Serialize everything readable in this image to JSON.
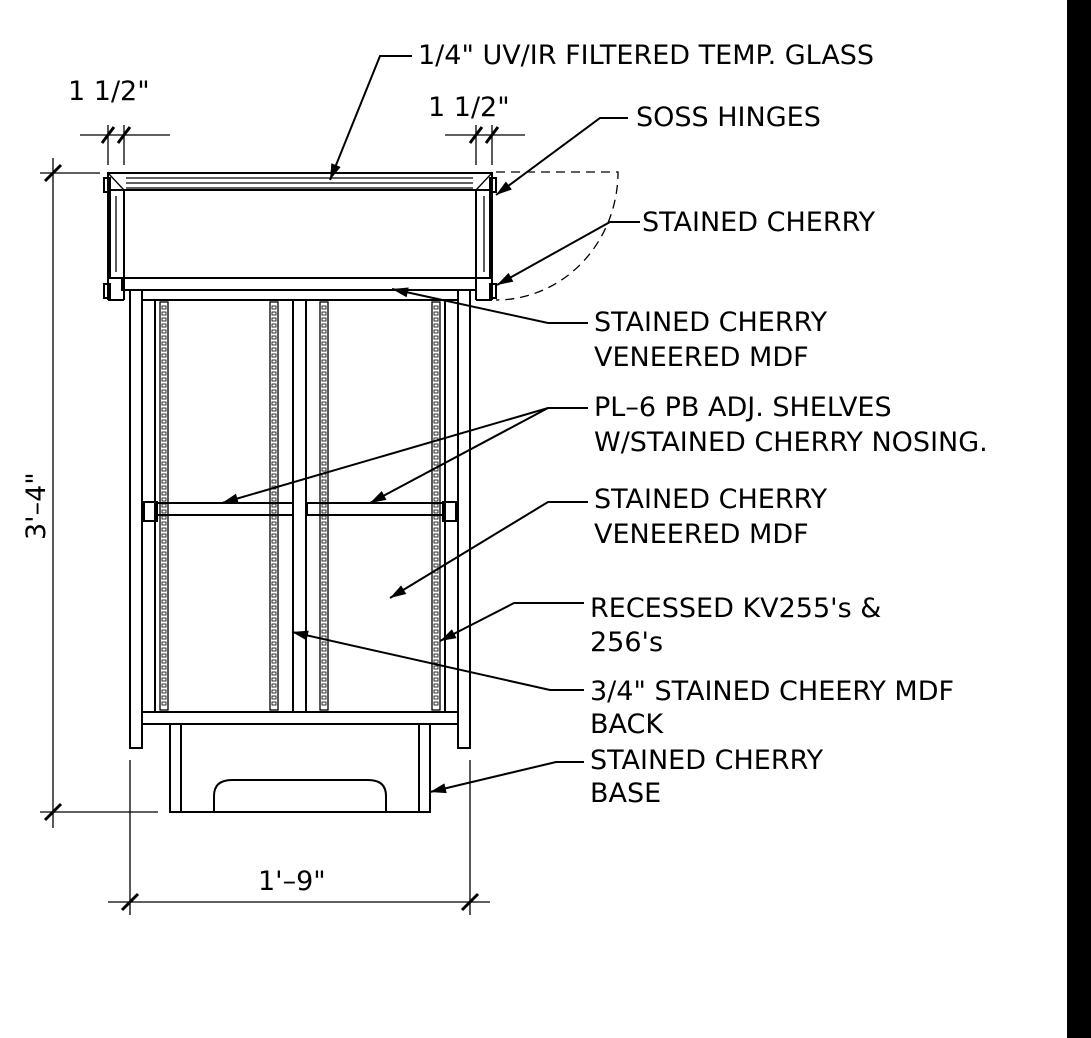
{
  "labels": {
    "glass": "1/4\" UV/IR FILTERED TEMP. GLASS",
    "hinges": "SOSS HINGES",
    "stained_cherry": "STAINED CHERRY",
    "veneered_top_1": "STAINED CHERRY",
    "veneered_top_2": "VENEERED MDF",
    "shelves_1": "PL–6 PB  ADJ. SHELVES",
    "shelves_2": "W/STAINED CHERRY NOSING.",
    "veneered_side_1": "STAINED CHERRY",
    "veneered_side_2": "VENEERED MDF",
    "recessed_1": "RECESSED KV255's &",
    "recessed_2": "256's",
    "back_1": "3/4\" STAINED CHEERY MDF",
    "back_2": "BACK",
    "base_1": "STAINED CHERRY",
    "base_2": "BASE"
  },
  "dimensions": {
    "left_reveal": "1  1/2\"",
    "right_reveal": "1  1/2\"",
    "height": "3'–4\"",
    "width": "1'–9\""
  }
}
